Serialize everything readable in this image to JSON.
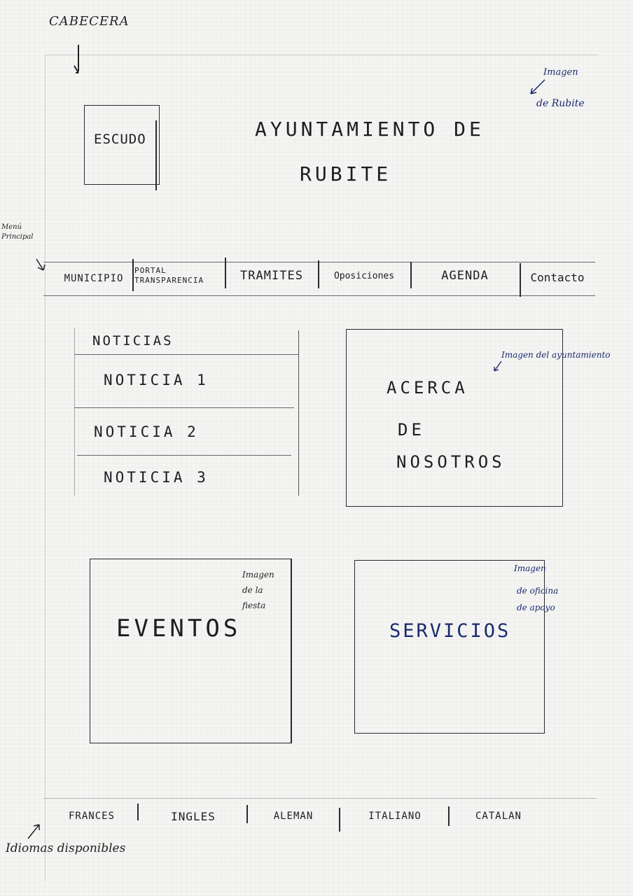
{
  "annotations": {
    "header_label": "CABECERA",
    "header_image_note_1": "Imagen",
    "header_image_note_2": "de Rubite",
    "menu_note_1": "Menú",
    "menu_note_2": "Principal",
    "about_image_note": "Imagen del ayuntamiento",
    "events_image_note_1": "Imagen",
    "events_image_note_2": "de la",
    "events_image_note_3": "fiesta",
    "services_image_note_1": "Imagen",
    "services_image_note_2": "de oficina",
    "services_image_note_3": "de apoyo",
    "languages_note": "Idiomas disponibles"
  },
  "header": {
    "crest_label": "ESCUDO",
    "title_line1": "AYUNTAMIENTO DE",
    "title_line2": "RUBITE"
  },
  "nav": {
    "items": [
      {
        "label": "MUNICIPIO"
      },
      {
        "label": "PORTAL TRANSPARENCIA"
      },
      {
        "label": "TRAMITES"
      },
      {
        "label": "Oposiciones"
      },
      {
        "label": "AGENDA"
      },
      {
        "label": "Contacto"
      }
    ]
  },
  "news": {
    "heading": "NOTICIAS",
    "items": [
      "NOTICIA 1",
      "NOTICIA 2",
      "NOTICIA 3"
    ]
  },
  "about": {
    "line1": "ACERCA",
    "line2": "DE",
    "line3": "NOSOTROS"
  },
  "events": {
    "label": "EVENTOS"
  },
  "services": {
    "label": "SERVICIOS"
  },
  "languages": {
    "items": [
      "FRANCES",
      "INGLES",
      "ALEMAN",
      "ITALIANO",
      "CATALAN"
    ]
  }
}
